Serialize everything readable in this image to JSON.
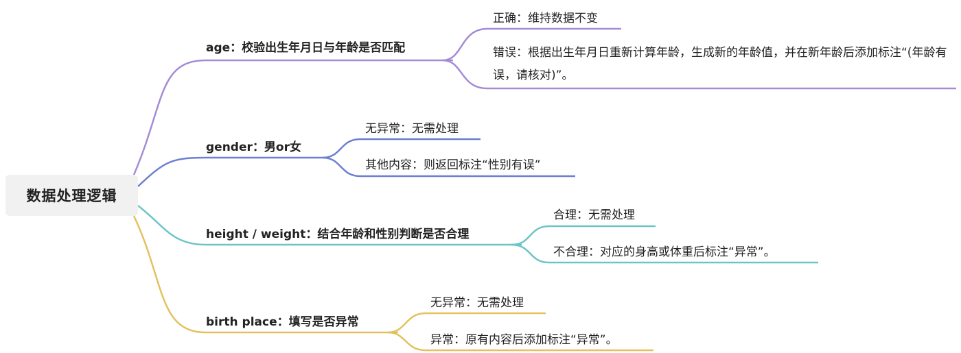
{
  "root": {
    "label": "数据处理逻辑"
  },
  "colors": {
    "age": "#a48bd6",
    "gender": "#6c7fd3",
    "height": "#6cc5c5",
    "birth": "#e3c15e",
    "root_bg": "#f0f1f0"
  },
  "branches": [
    {
      "label": "age：校验出生年月日与年龄是否匹配",
      "leaves": [
        "正确：维持数据不变",
        "错误：根据出生年月日重新计算年龄，生成新的年龄值，并在新年龄后添加标注“(年龄有误，请核对)”。"
      ]
    },
    {
      "label": "gender：男or女",
      "leaves": [
        "无异常：无需处理",
        "其他内容：则返回标注“性别有误”"
      ]
    },
    {
      "label": "height / weight：结合年龄和性别判断是否合理",
      "leaves": [
        "合理：无需处理",
        "不合理：对应的身高或体重后标注“异常”。"
      ]
    },
    {
      "label": "birth place：填写是否异常",
      "leaves": [
        "无异常：无需处理",
        "异常：原有内容后添加标注“异常”。"
      ]
    }
  ]
}
